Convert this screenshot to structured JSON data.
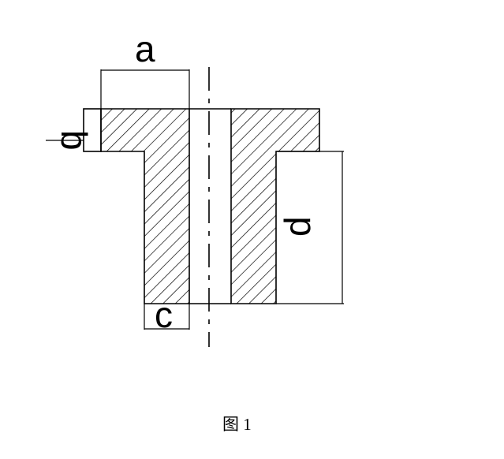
{
  "labels": {
    "a": "a",
    "b": "b",
    "c": "c",
    "d": "d"
  },
  "caption": "图 1"
}
